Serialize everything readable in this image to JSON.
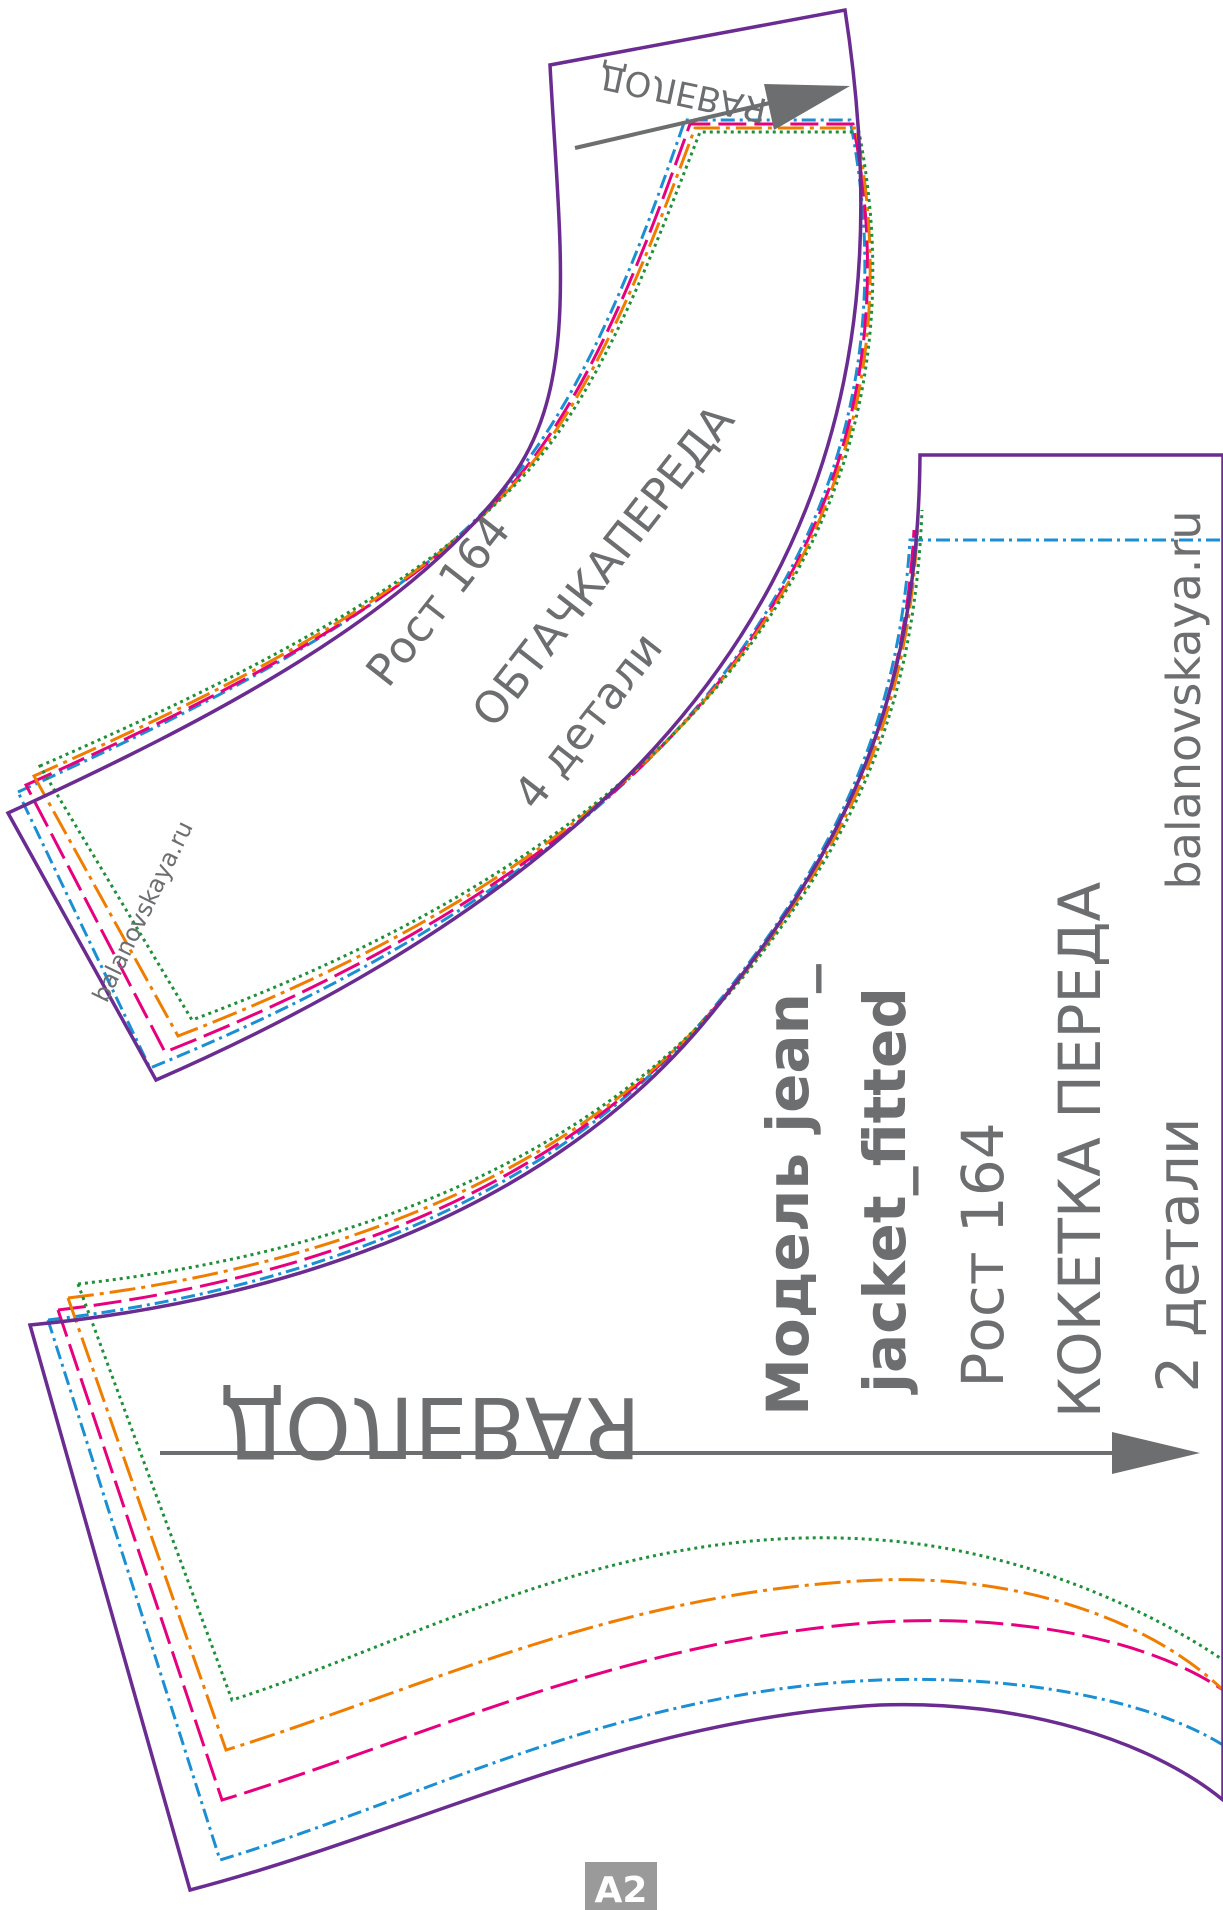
{
  "colors": {
    "outline": "#6a2c91",
    "line_green": "#1f8f3a",
    "line_orange": "#ef7d00",
    "line_pink": "#e6007e",
    "line_blue": "#1b8fd2",
    "text": "#6d6e70",
    "arrow": "#6d6e70",
    "sheet_badge_bg": "#9a9a9a"
  },
  "facing_piece": {
    "grain_label": "ДОЛЕВАЯ",
    "watermark": "balanovskaya.ru",
    "height_label": "Рост 164",
    "piece_name": "ОБТАЧКАПЕРЕДА",
    "quantity": "4 детали"
  },
  "yoke_piece": {
    "grain_label": "ДОЛЕВАЯ",
    "model_line1": "Модель jean_",
    "model_line2": "jacket_fitted",
    "height_label": "Рост 164",
    "piece_name": "КОКЕТКА ПЕРЕДА",
    "quantity": "2 детали",
    "watermark": "balanovskaya.ru"
  },
  "sheet_label": "A2"
}
